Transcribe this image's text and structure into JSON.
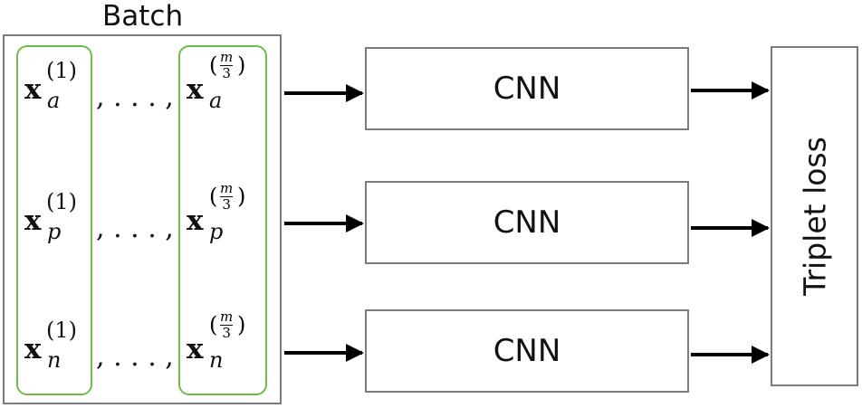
{
  "batch_label": "Batch",
  "rows": [
    {
      "var": "x",
      "sub": "a",
      "sup": "(1)",
      "sep": ", . . . ,",
      "sup_last_num": "m",
      "sup_last_den": "3"
    },
    {
      "var": "x",
      "sub": "p",
      "sup": "(1)",
      "sep": ", . . . ,",
      "sup_last_num": "m",
      "sup_last_den": "3"
    },
    {
      "var": "x",
      "sub": "n",
      "sup": "(1)",
      "sep": ", . . . ,",
      "sup_last_num": "m",
      "sup_last_den": "3"
    }
  ],
  "cnn_labels": [
    "CNN",
    "CNN",
    "CNN"
  ],
  "loss_label": "Triplet loss",
  "colors": {
    "group_border": "#6cbc45",
    "box_border": "#7b7b7b",
    "arrow": "#000000"
  }
}
